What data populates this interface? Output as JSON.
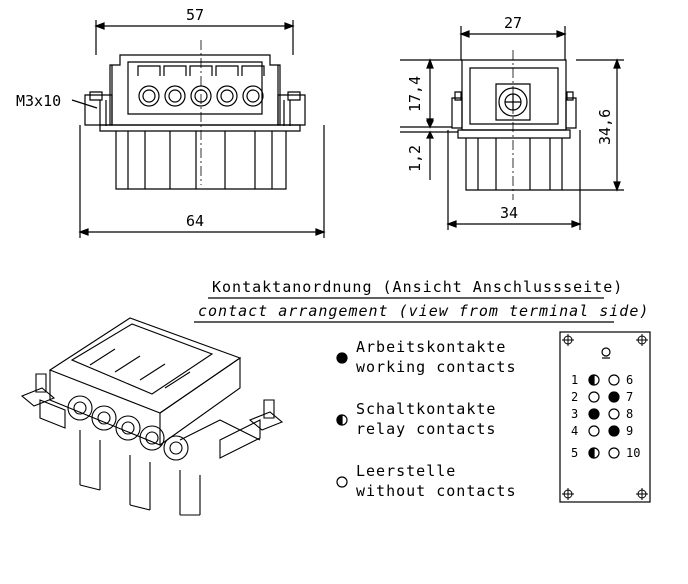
{
  "dimensions": {
    "front_top": "57",
    "front_bottom": "64",
    "screw": "M3x10",
    "side_top": "27",
    "side_bottom": "34",
    "side_h1": "17,4",
    "side_h2": "1,2",
    "side_total": "34,6"
  },
  "title_de": "Kontaktanordnung (Ansicht Anschlussseite)",
  "title_en": "contact arrangement (view from terminal side)",
  "legend": [
    {
      "symbol": "filled",
      "line1": "Arbeitskontakte",
      "line2": "working contacts"
    },
    {
      "symbol": "half",
      "line1": "Schaltkontakte",
      "line2": "relay contacts"
    },
    {
      "symbol": "empty",
      "line1": "Leerstelle",
      "line2": "without contacts"
    }
  ],
  "pin_layout": {
    "ground": "⏚",
    "left": [
      {
        "num": "1",
        "type": "half"
      },
      {
        "num": "2",
        "type": "empty"
      },
      {
        "num": "3",
        "type": "filled"
      },
      {
        "num": "4",
        "type": "empty"
      },
      {
        "num": "5",
        "type": "half"
      }
    ],
    "right": [
      {
        "num": "6",
        "type": "empty"
      },
      {
        "num": "7",
        "type": "filled"
      },
      {
        "num": "8",
        "type": "empty"
      },
      {
        "num": "9",
        "type": "filled"
      },
      {
        "num": "10",
        "type": "empty"
      }
    ]
  }
}
